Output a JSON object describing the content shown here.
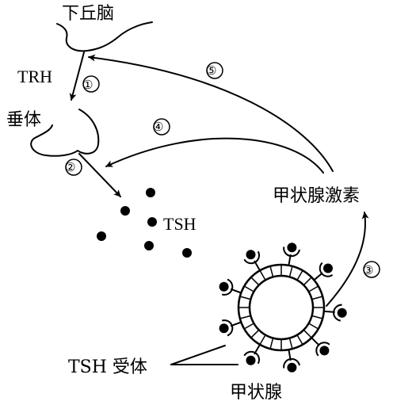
{
  "labels": {
    "hypothalamus": "下丘脑",
    "trh": "TRH",
    "pituitary": "垂体",
    "tsh": "TSH",
    "thyroid_hormone": "甲状腺激素",
    "tsh_receptor": "TSH 受体",
    "thyroid": "甲状腺"
  },
  "steps": [
    "①",
    "②",
    "③",
    "④",
    "⑤"
  ]
}
